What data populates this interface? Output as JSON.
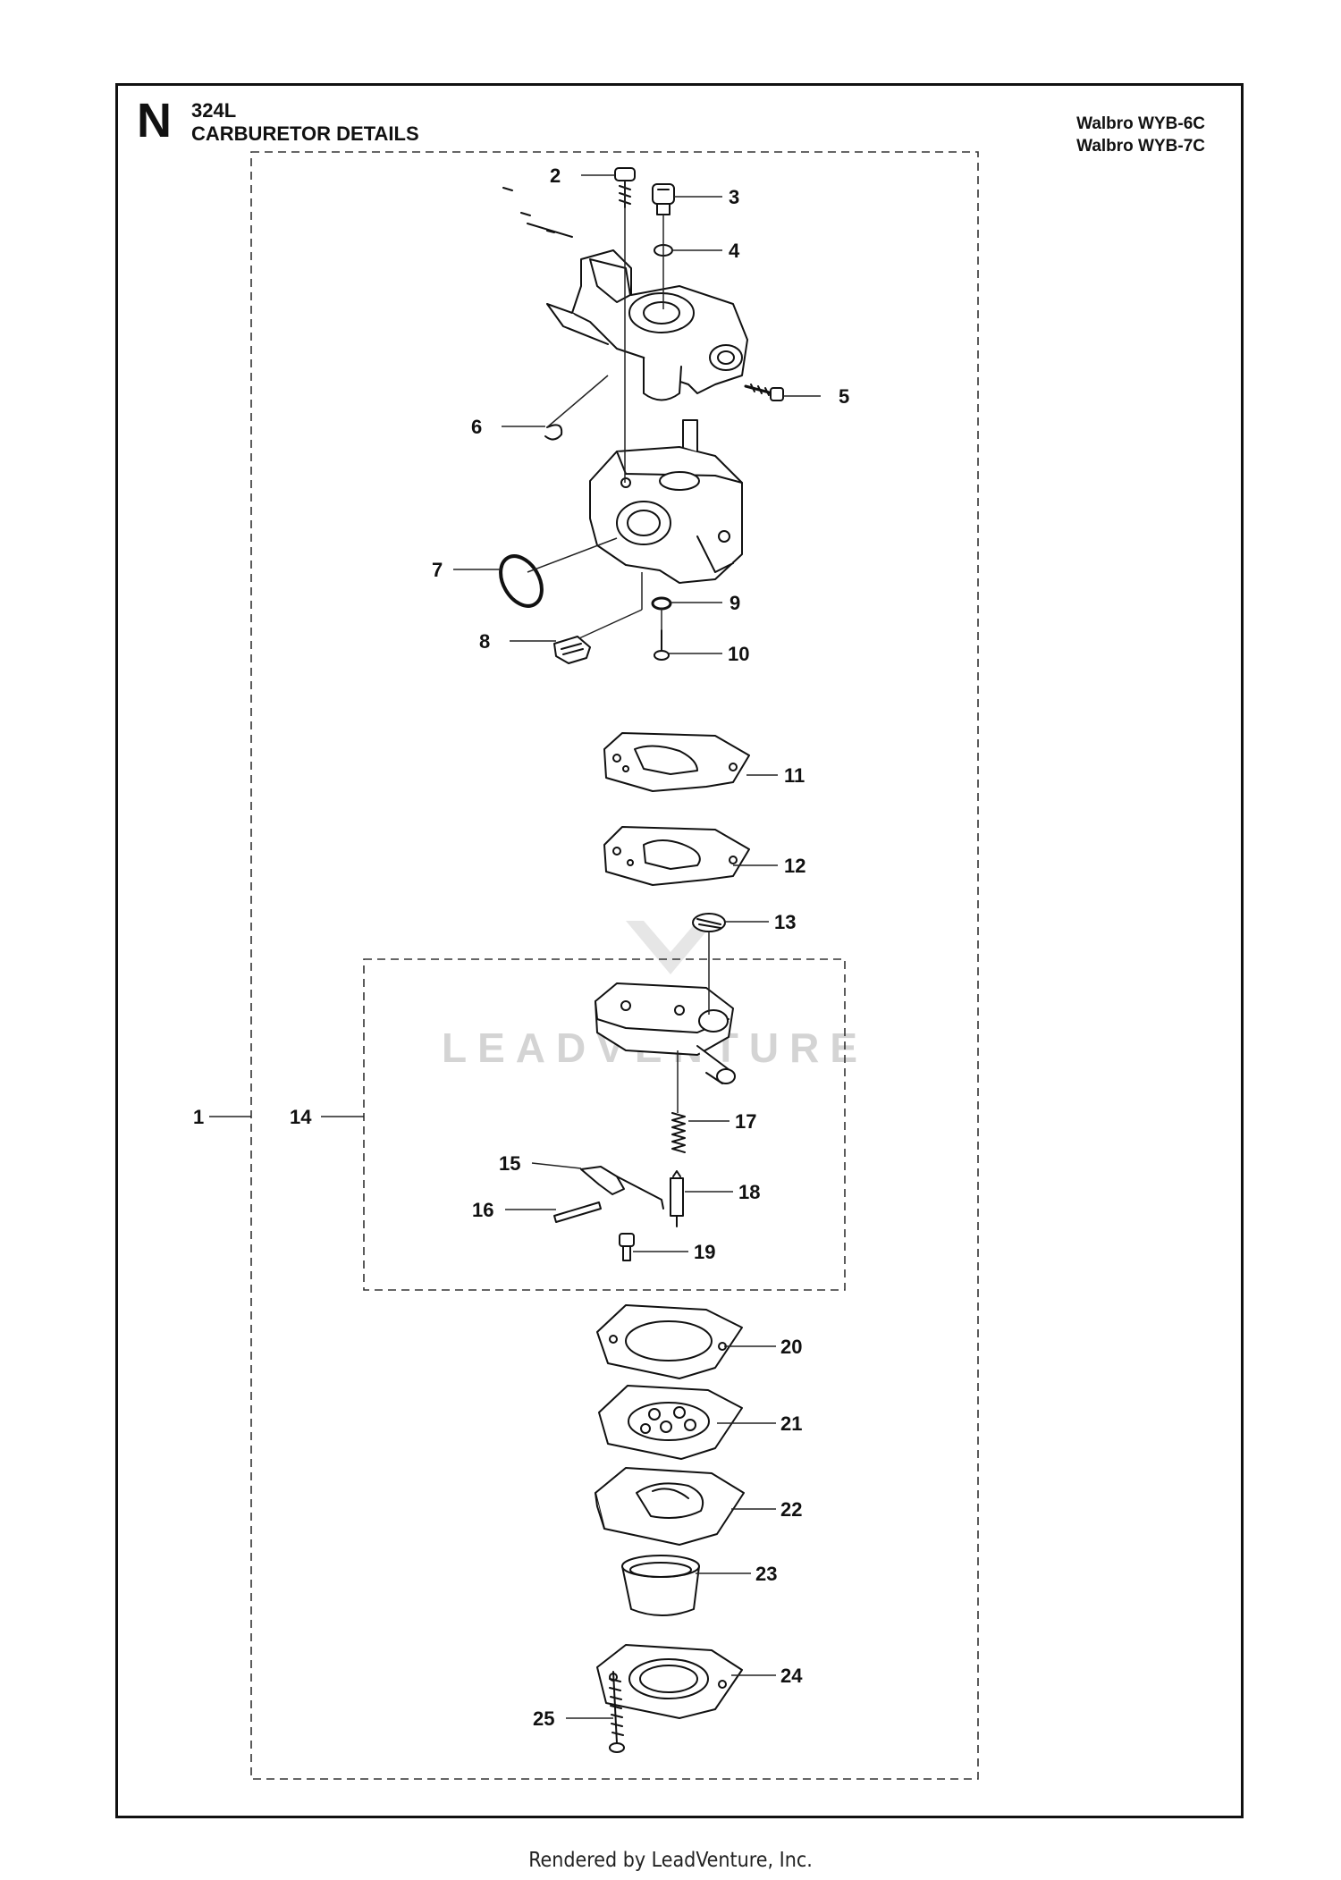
{
  "header": {
    "letter": "N",
    "model": "324L",
    "title": "CARBURETOR DETAILS",
    "variants": [
      "Walbro WYB-6C",
      "Walbro WYB-7C"
    ]
  },
  "watermark": "LEADVENTURE",
  "footer": "Rendered by LeadVenture, Inc.",
  "callouts": [
    "1",
    "2",
    "3",
    "4",
    "5",
    "6",
    "7",
    "8",
    "9",
    "10",
    "11",
    "12",
    "13",
    "14",
    "15",
    "16",
    "17",
    "18",
    "19",
    "20",
    "21",
    "22",
    "23",
    "24",
    "25"
  ]
}
